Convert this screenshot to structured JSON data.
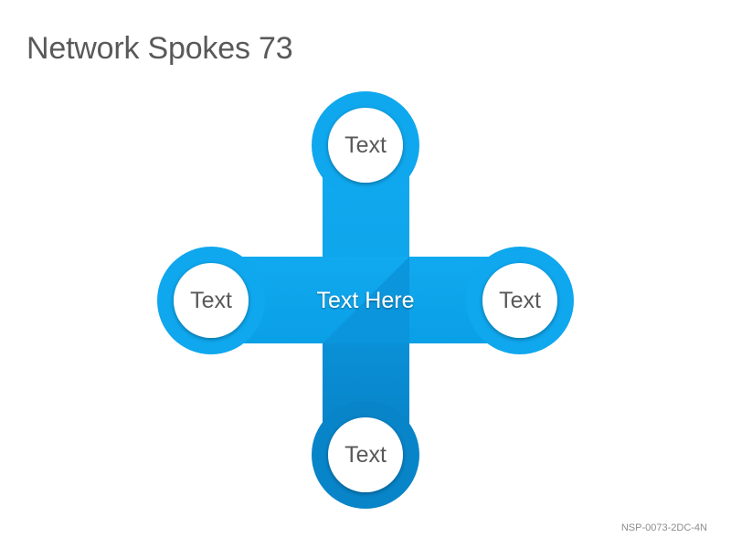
{
  "title": "Network Spokes 73",
  "diagram": {
    "center_label": "Text Here",
    "nodes": {
      "top": "Text",
      "left": "Text",
      "right": "Text",
      "bottom": "Text"
    }
  },
  "footer": {
    "code": "NSP-0073-2DC-4N"
  },
  "colors": {
    "accent_light": "#0ea5ec",
    "accent_mid": "#0b94db",
    "accent_dark": "#0a83c9",
    "node_fill": "#ffffff",
    "label_text": "#595959"
  }
}
